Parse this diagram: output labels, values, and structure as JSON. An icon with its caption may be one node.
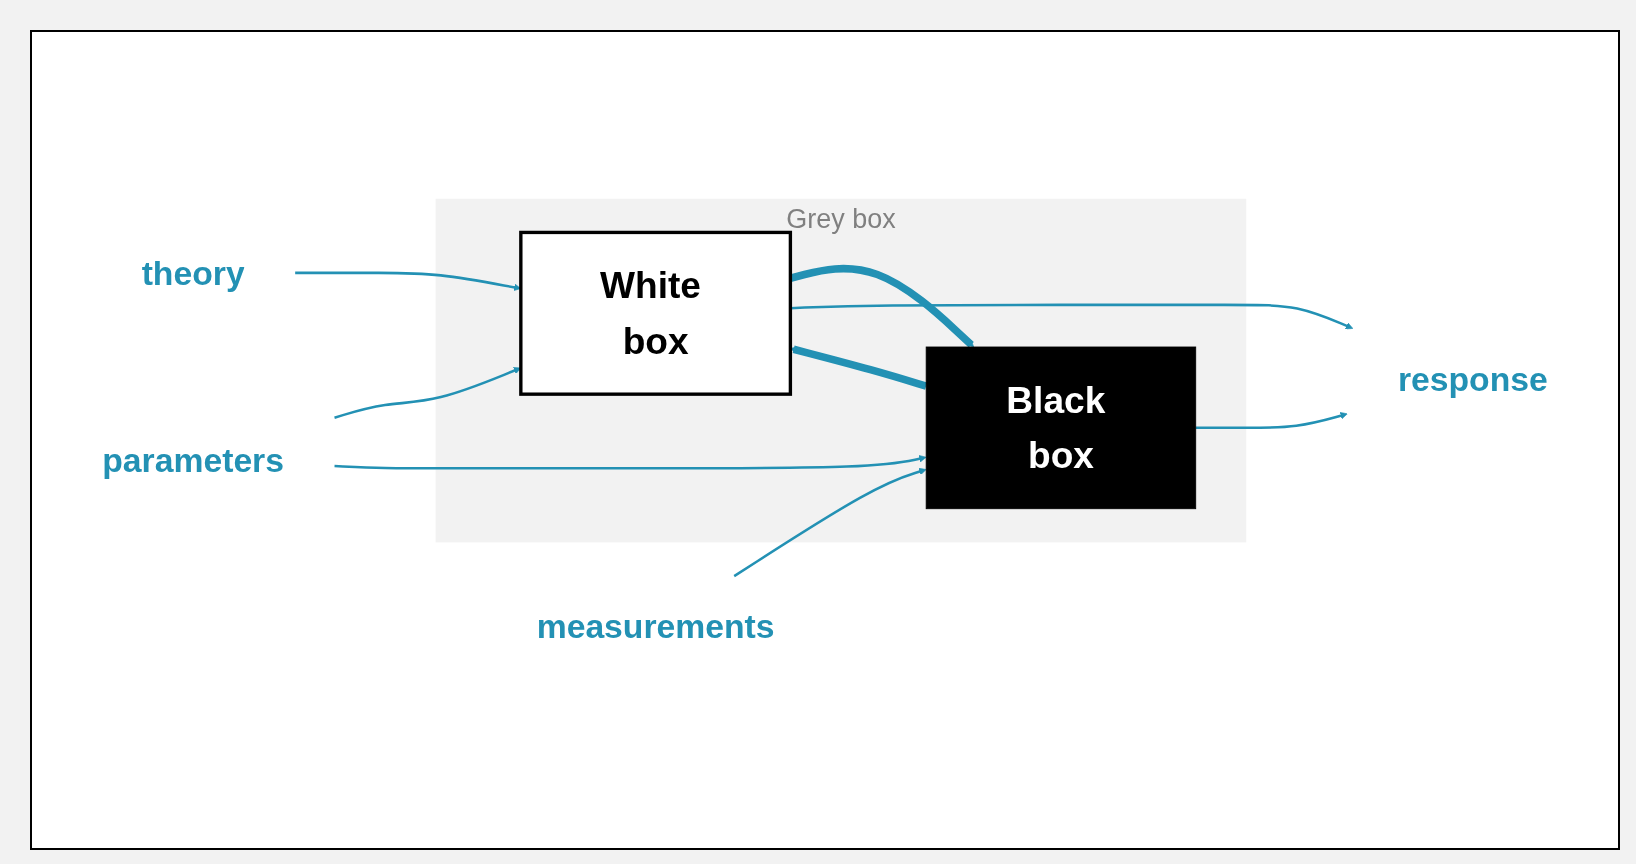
{
  "diagram": {
    "nodes": [
      {
        "text": [
          "Grey box"
        ]
      },
      {
        "text": [
          "White box"
        ],
        "in": 0
      },
      {
        "text": [
          "Black box"
        ],
        "in": 0
      },
      {
        "text": [
          "theory"
        ]
      },
      {
        "text": [
          "parameters"
        ]
      },
      {
        "text": [
          "measurements"
        ]
      },
      {
        "text": [
          "response"
        ]
      }
    ],
    "edges": [
      {
        "from": 3,
        "to": 1,
        "arrow": "to"
      },
      {
        "from": 4,
        "to": 1,
        "arrow": "to"
      },
      {
        "from": 4,
        "to": 2,
        "arrow": "to"
      },
      {
        "from": 5,
        "to": 2,
        "arrow": "to"
      },
      {
        "from": 1,
        "to": 2,
        "arrow": "to",
        "style": "thick"
      },
      {
        "from": 2,
        "to": 1,
        "arrow": "to",
        "style": "thick"
      },
      {
        "from": 1,
        "to": 6,
        "arrow": "to"
      },
      {
        "from": 2,
        "to": 6,
        "arrow": "to"
      }
    ]
  }
}
